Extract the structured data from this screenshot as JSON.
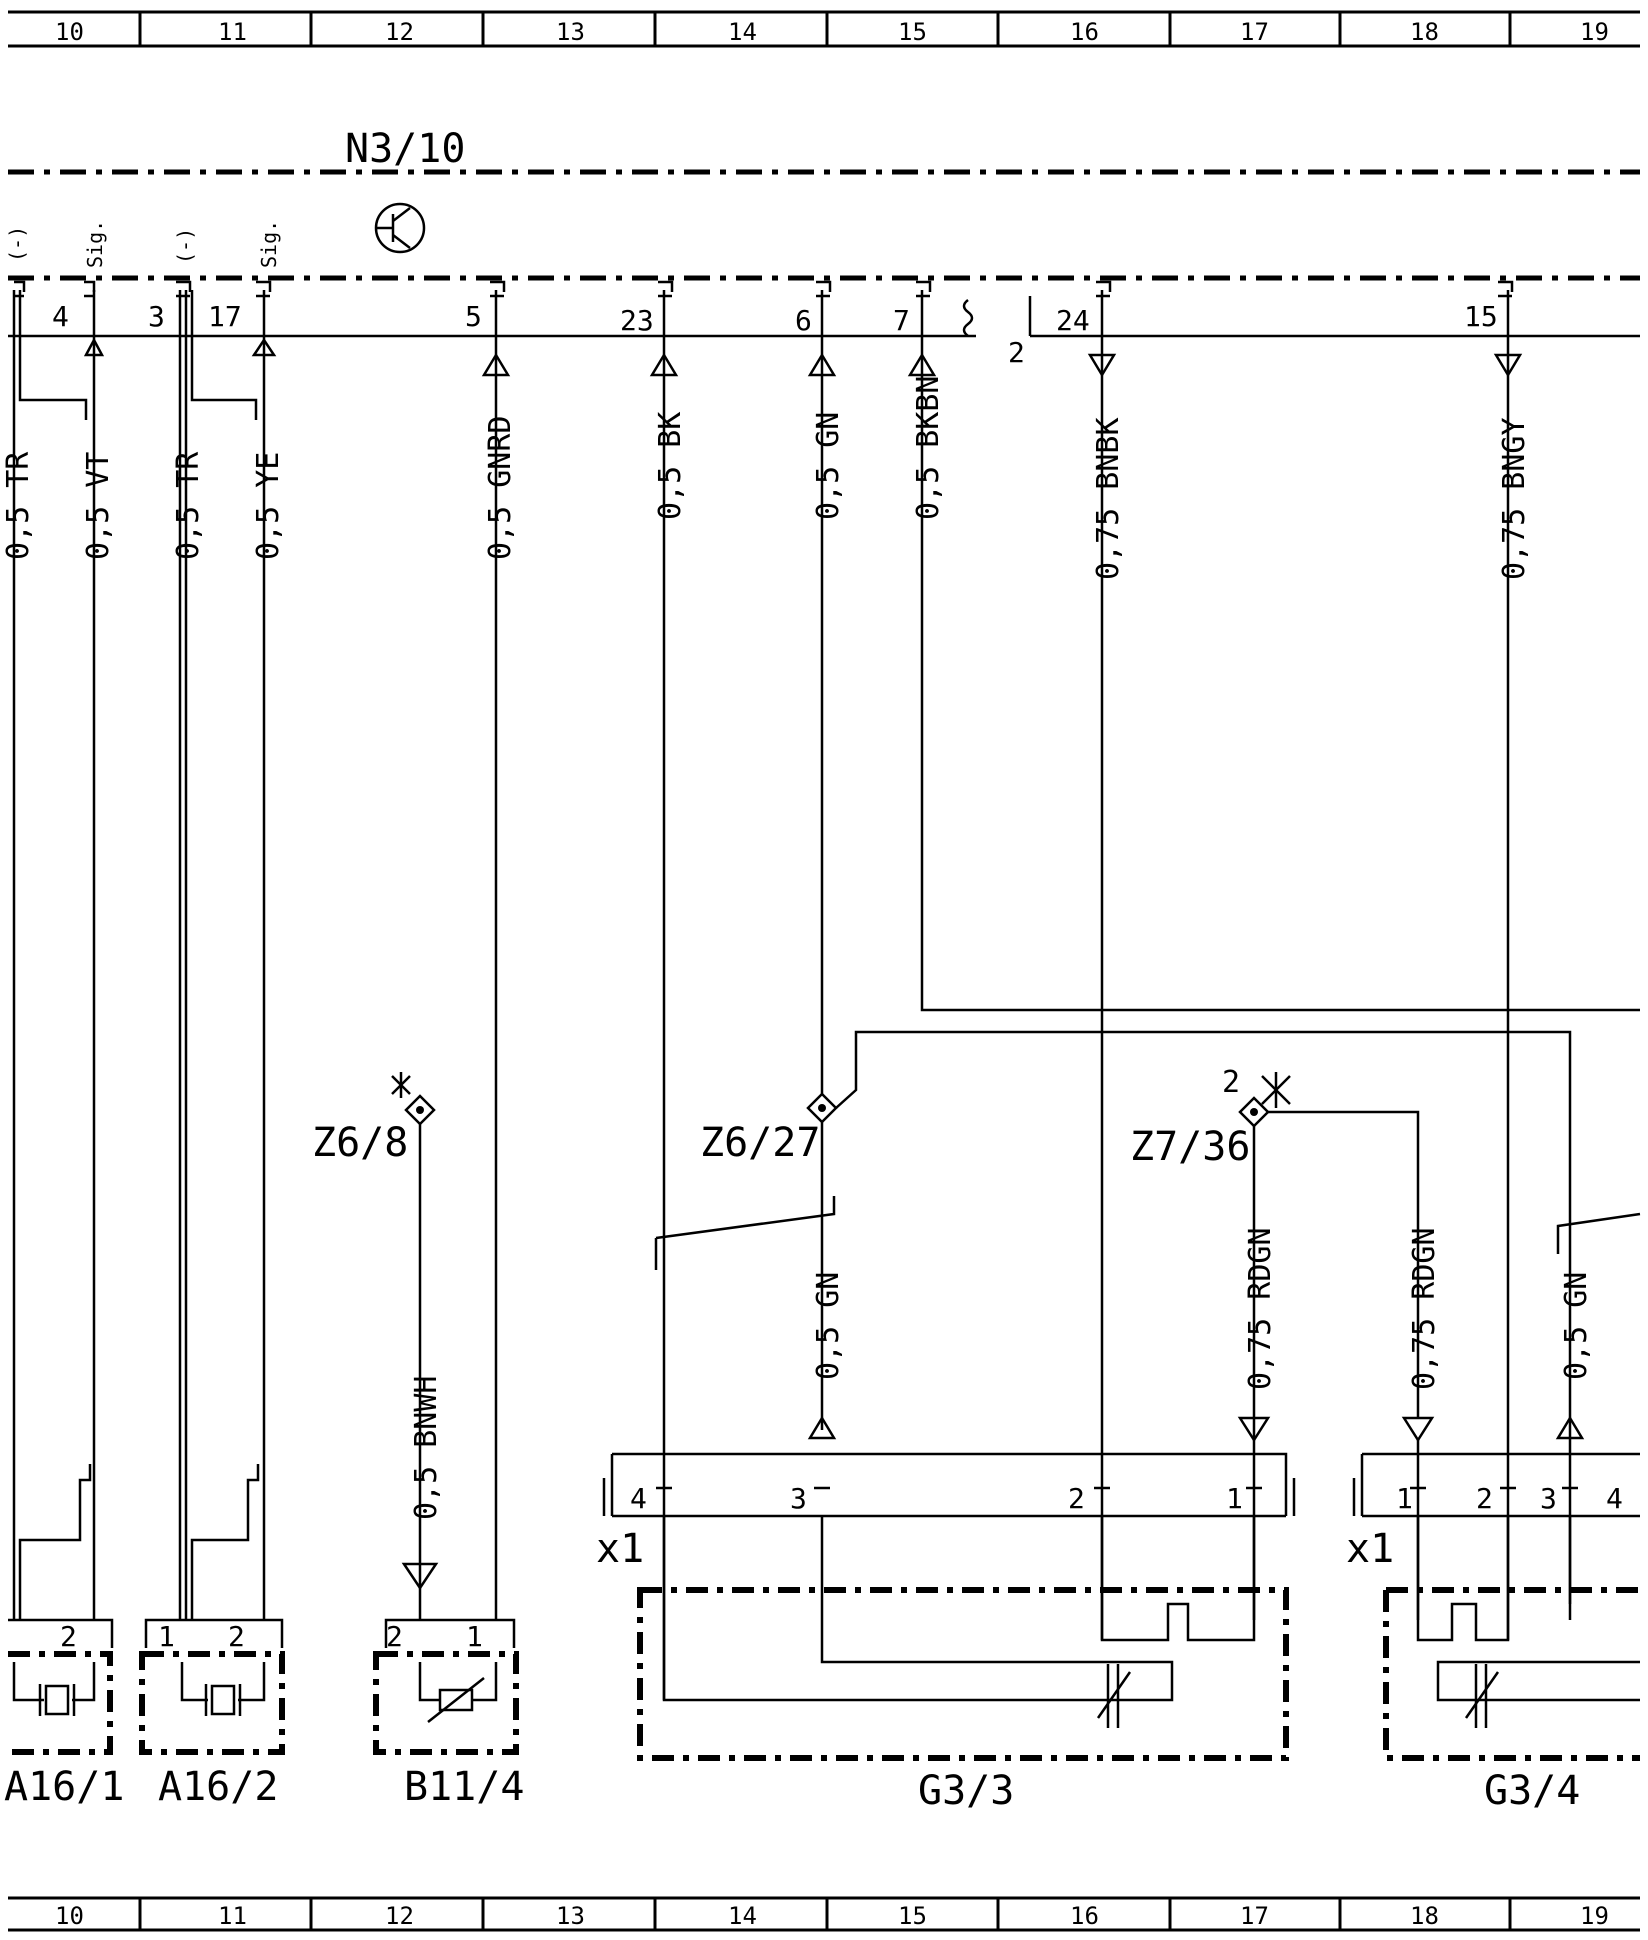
{
  "grid": [
    "10",
    "11",
    "12",
    "13",
    "14",
    "15",
    "16",
    "17",
    "18",
    "19"
  ],
  "module": {
    "name": "N3/10"
  },
  "signals": {
    "minus": "(-)",
    "sig": "Sig."
  },
  "pins": {
    "p4": "4",
    "p3": "3",
    "p17": "17",
    "p5": "5",
    "p23": "23",
    "p6": "6",
    "p7": "7",
    "p24": "24",
    "p15": "15",
    "p2": "2"
  },
  "wires": {
    "w_tr_left": "0,5 TR",
    "w_vt": "0,5 VT",
    "w_tr": "0,5 TR",
    "w_ye": "0,5 YE",
    "w_gnrd": "0,5 GNRD",
    "w_bk": "0,5 BK",
    "w_gn_top": "0,5 GN",
    "w_bkbn": "0,5 BKBN",
    "w_bnbk": "0,75 BNBK",
    "w_bngy": "0,75 BNGY",
    "w_bnwh": "0,5 BNWH",
    "w_gn_mid": "0,5 GN",
    "w_rdgn1": "0,75 RDGN",
    "w_rdgn2": "0,75 RDGN",
    "w_gn_right": "0,5 GN"
  },
  "splices": {
    "z6_8": "Z6/8",
    "z6_27": "Z6/27",
    "z7_36": "Z7/36",
    "z7_36_pin": "2"
  },
  "connectors": {
    "x1_left": "x1",
    "x1_right": "x1",
    "g33_p4": "4",
    "g33_p3": "3",
    "g33_p2": "2",
    "g33_p1": "1",
    "g34_p1": "1",
    "g34_p2": "2",
    "g34_p3": "3",
    "g34_p4": "4"
  },
  "components": {
    "a16_1": {
      "label": "A16/1",
      "p2": "2"
    },
    "a16_2": {
      "label": "A16/2",
      "p1": "1",
      "p2": "2"
    },
    "b11_4": {
      "label": "B11/4",
      "p1": "1",
      "p2": "2"
    },
    "g3_3": {
      "label": "G3/3"
    },
    "g3_4": {
      "label": "G3/4"
    }
  }
}
